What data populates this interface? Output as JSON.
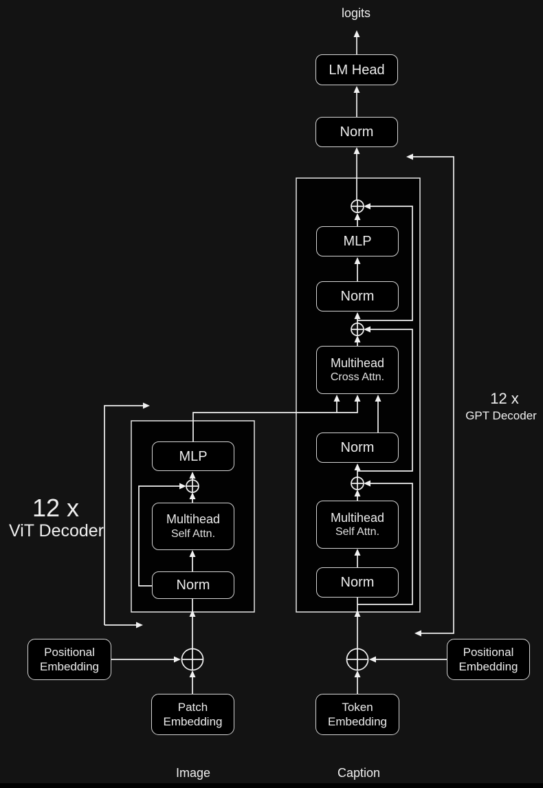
{
  "title": "Image captioning transformer architecture diagram",
  "colors": {
    "background": "#131313",
    "node_fill": "#000000",
    "node_border": "#d6d6d6",
    "wire": "#f2f2f2",
    "text": "#ececec"
  },
  "top": {
    "logits_label": "logits",
    "lm_head": "LM Head",
    "final_norm": "Norm"
  },
  "gpt_block": {
    "repeat_label": "12 x",
    "block_label": "GPT Decoder",
    "mlp": "MLP",
    "norm_mlp": "Norm",
    "cross_attn_line1": "Multihead",
    "cross_attn_line2": "Cross Attn.",
    "norm_cross": "Norm",
    "self_attn_line1": "Multihead",
    "self_attn_line2": "Self Attn.",
    "norm_self": "Norm"
  },
  "vit_block": {
    "repeat_label": "12 x",
    "block_label": "ViT Decoder",
    "mlp": "MLP",
    "self_attn_line1": "Multihead",
    "self_attn_line2": "Self Attn.",
    "norm": "Norm"
  },
  "inputs": {
    "pos_emb_left_line1": "Positional",
    "pos_emb_left_line2": "Embedding",
    "patch_emb_line1": "Patch",
    "patch_emb_line2": "Embedding",
    "token_emb_line1": "Token",
    "token_emb_line2": "Embedding",
    "pos_emb_right_line1": "Positional",
    "pos_emb_right_line2": "Embedding",
    "image_label": "Image",
    "caption_label": "Caption"
  },
  "icons": {
    "add_operator": "circle-plus"
  }
}
